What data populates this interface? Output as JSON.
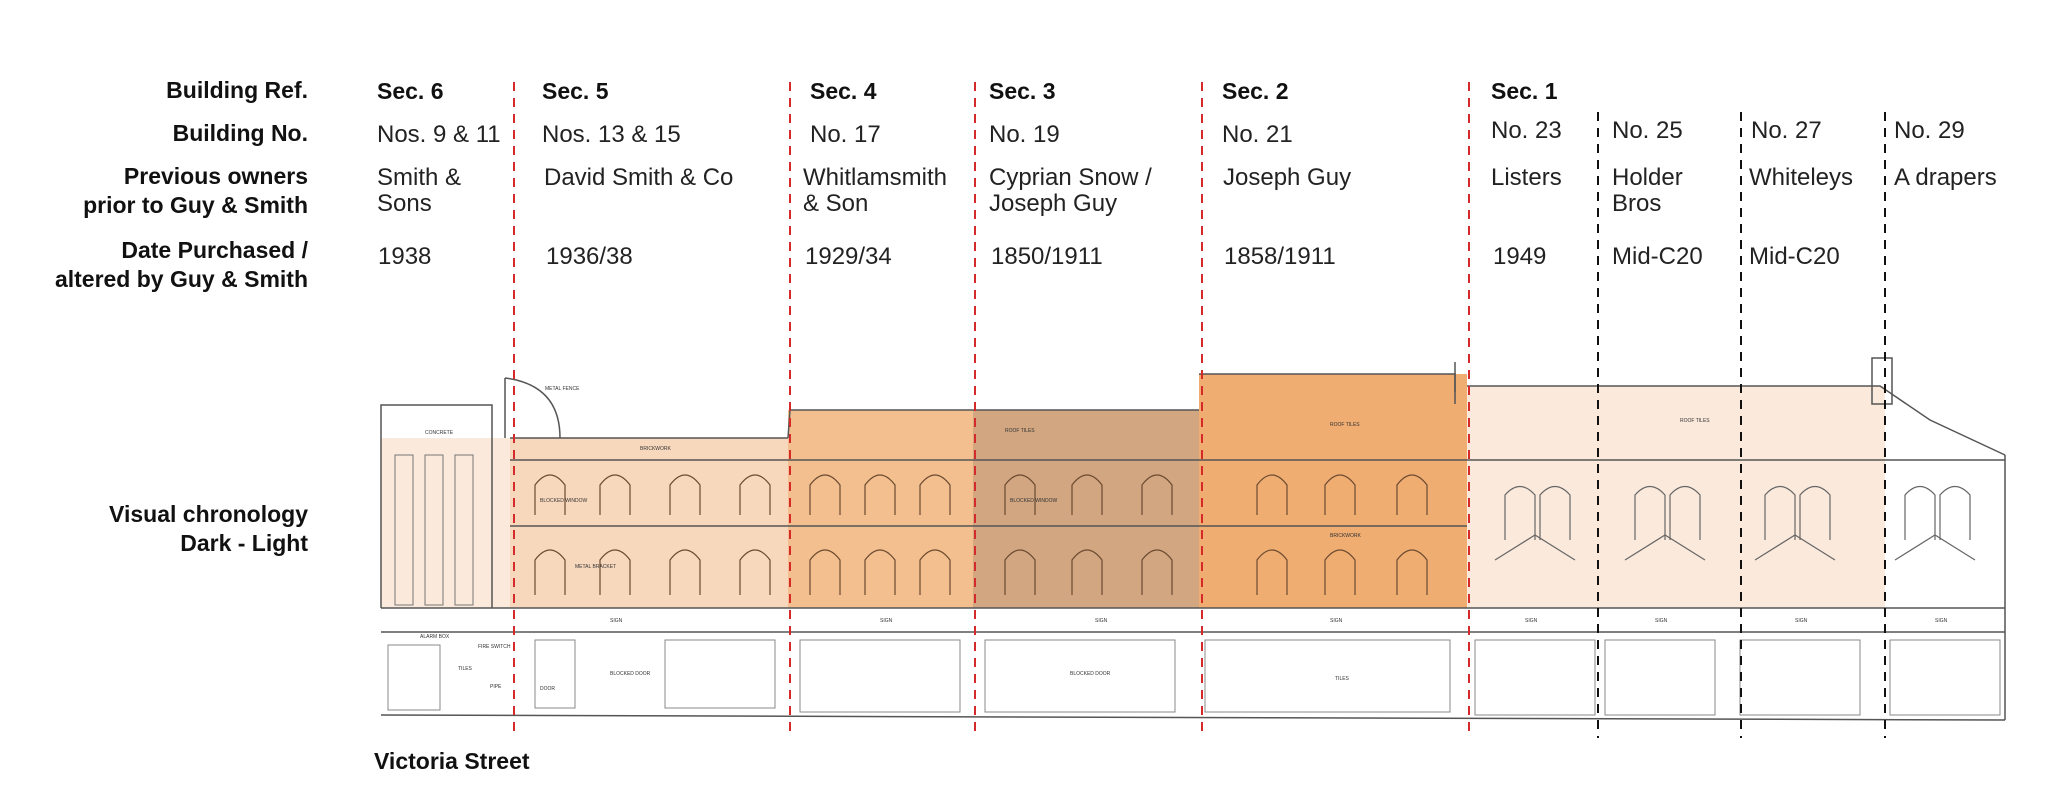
{
  "row_labels": {
    "building_ref": "Building Ref.",
    "building_no": "Building No.",
    "owners_1": "Previous owners",
    "owners_2": "prior to Guy & Smith",
    "date_1": "Date Purchased /",
    "date_2": "altered by Guy & Smith",
    "visual_1": "Visual chronology",
    "visual_2": "Dark - Light"
  },
  "sections": [
    {
      "ref": "Sec. 6",
      "no": "Nos. 9 & 11",
      "owner_1": "Smith &",
      "owner_2": "Sons",
      "date": "1938"
    },
    {
      "ref": "Sec. 5",
      "no": "Nos. 13 & 15",
      "owner_1": "David Smith & Co",
      "owner_2": "",
      "date": "1936/38"
    },
    {
      "ref": "Sec. 4",
      "no": "No. 17",
      "owner_1": "Whitlamsmith",
      "owner_2": "& Son",
      "date": "1929/34"
    },
    {
      "ref": "Sec. 3",
      "no": "No. 19",
      "owner_1": "Cyprian Snow /",
      "owner_2": "Joseph Guy",
      "date": "1850/1911"
    },
    {
      "ref": "Sec. 2",
      "no": "No. 21",
      "owner_1": "Joseph Guy",
      "owner_2": "",
      "date": "1858/1911"
    },
    {
      "ref": "Sec. 1",
      "no": "No. 23",
      "owner_1": "Listers",
      "owner_2": "",
      "date": "1949"
    },
    {
      "ref": "",
      "no": "No. 25",
      "owner_1": "Holder",
      "owner_2": "Bros",
      "date": "Mid-C20"
    },
    {
      "ref": "",
      "no": "No. 27",
      "owner_1": "Whiteleys",
      "owner_2": "",
      "date": "Mid-C20"
    },
    {
      "ref": "",
      "no": "No. 29",
      "owner_1": "A drapers",
      "owner_2": "",
      "date": ""
    }
  ],
  "street_name": "Victoria Street",
  "elevation_labels": {
    "concrete": "CONCRETE",
    "brickwork": "BRICKWORK",
    "metal_fence": "METAL FENCE",
    "roof_tiles": "ROOF TILES",
    "blocked_window": "BLOCKED WINDOW",
    "metal_bracket": "METAL BRACKET",
    "sign": "SIGN",
    "tiles": "TILES",
    "blocked_door": "BLOCKED DOOR",
    "door": "DOOR",
    "alarm_box": "ALARM BOX",
    "fire_switch": "FIRE SWITCH",
    "pipe": "PIPE"
  },
  "colors": {
    "divider_red": "#d42a2a",
    "divider_black": "#111111",
    "tone_darkest": "#c9976b",
    "tone_dark": "#efad72",
    "tone_mid": "#f3bf8e",
    "tone_light": "#f8d8bd",
    "tone_lightest": "#fbe9dc"
  }
}
